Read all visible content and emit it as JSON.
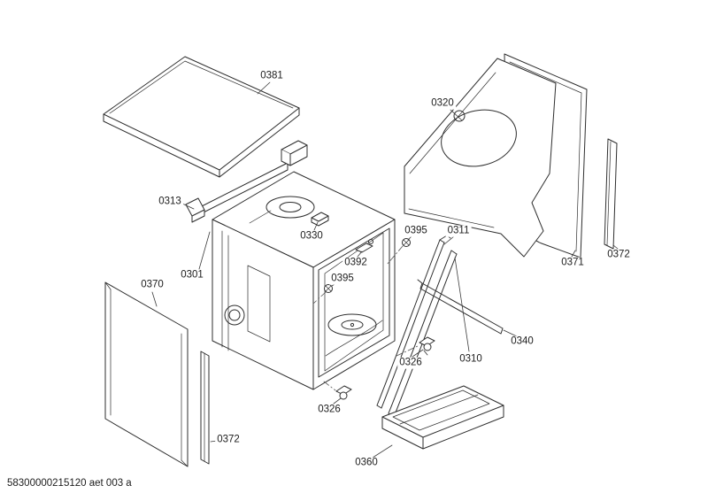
{
  "footer": {
    "document_code": "58300000215120 aet 003 a"
  },
  "diagram": {
    "labels": [
      "0381",
      "0313",
      "0330",
      "0392",
      "0395",
      "0311",
      "0301",
      "0395",
      "0370",
      "0340",
      "0326",
      "0310",
      "0326",
      "0372",
      "0360",
      "0320",
      "0371",
      "0372"
    ]
  }
}
